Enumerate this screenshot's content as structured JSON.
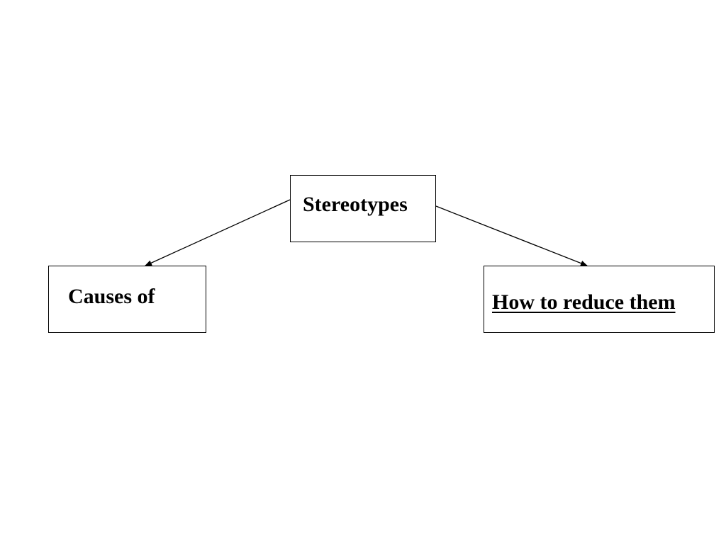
{
  "diagram": {
    "root": {
      "label": "Stereotypes"
    },
    "left_child": {
      "label": "Causes of"
    },
    "right_child": {
      "label": "How to reduce them",
      "underlined": true
    },
    "edges": [
      {
        "from": "Stereotypes",
        "to": "Causes of",
        "arrow": "end"
      },
      {
        "from": "Stereotypes",
        "to": "How to reduce them",
        "arrow": "end"
      }
    ],
    "colors": {
      "background": "#ffffff",
      "stroke": "#000000",
      "text": "#000000"
    }
  }
}
